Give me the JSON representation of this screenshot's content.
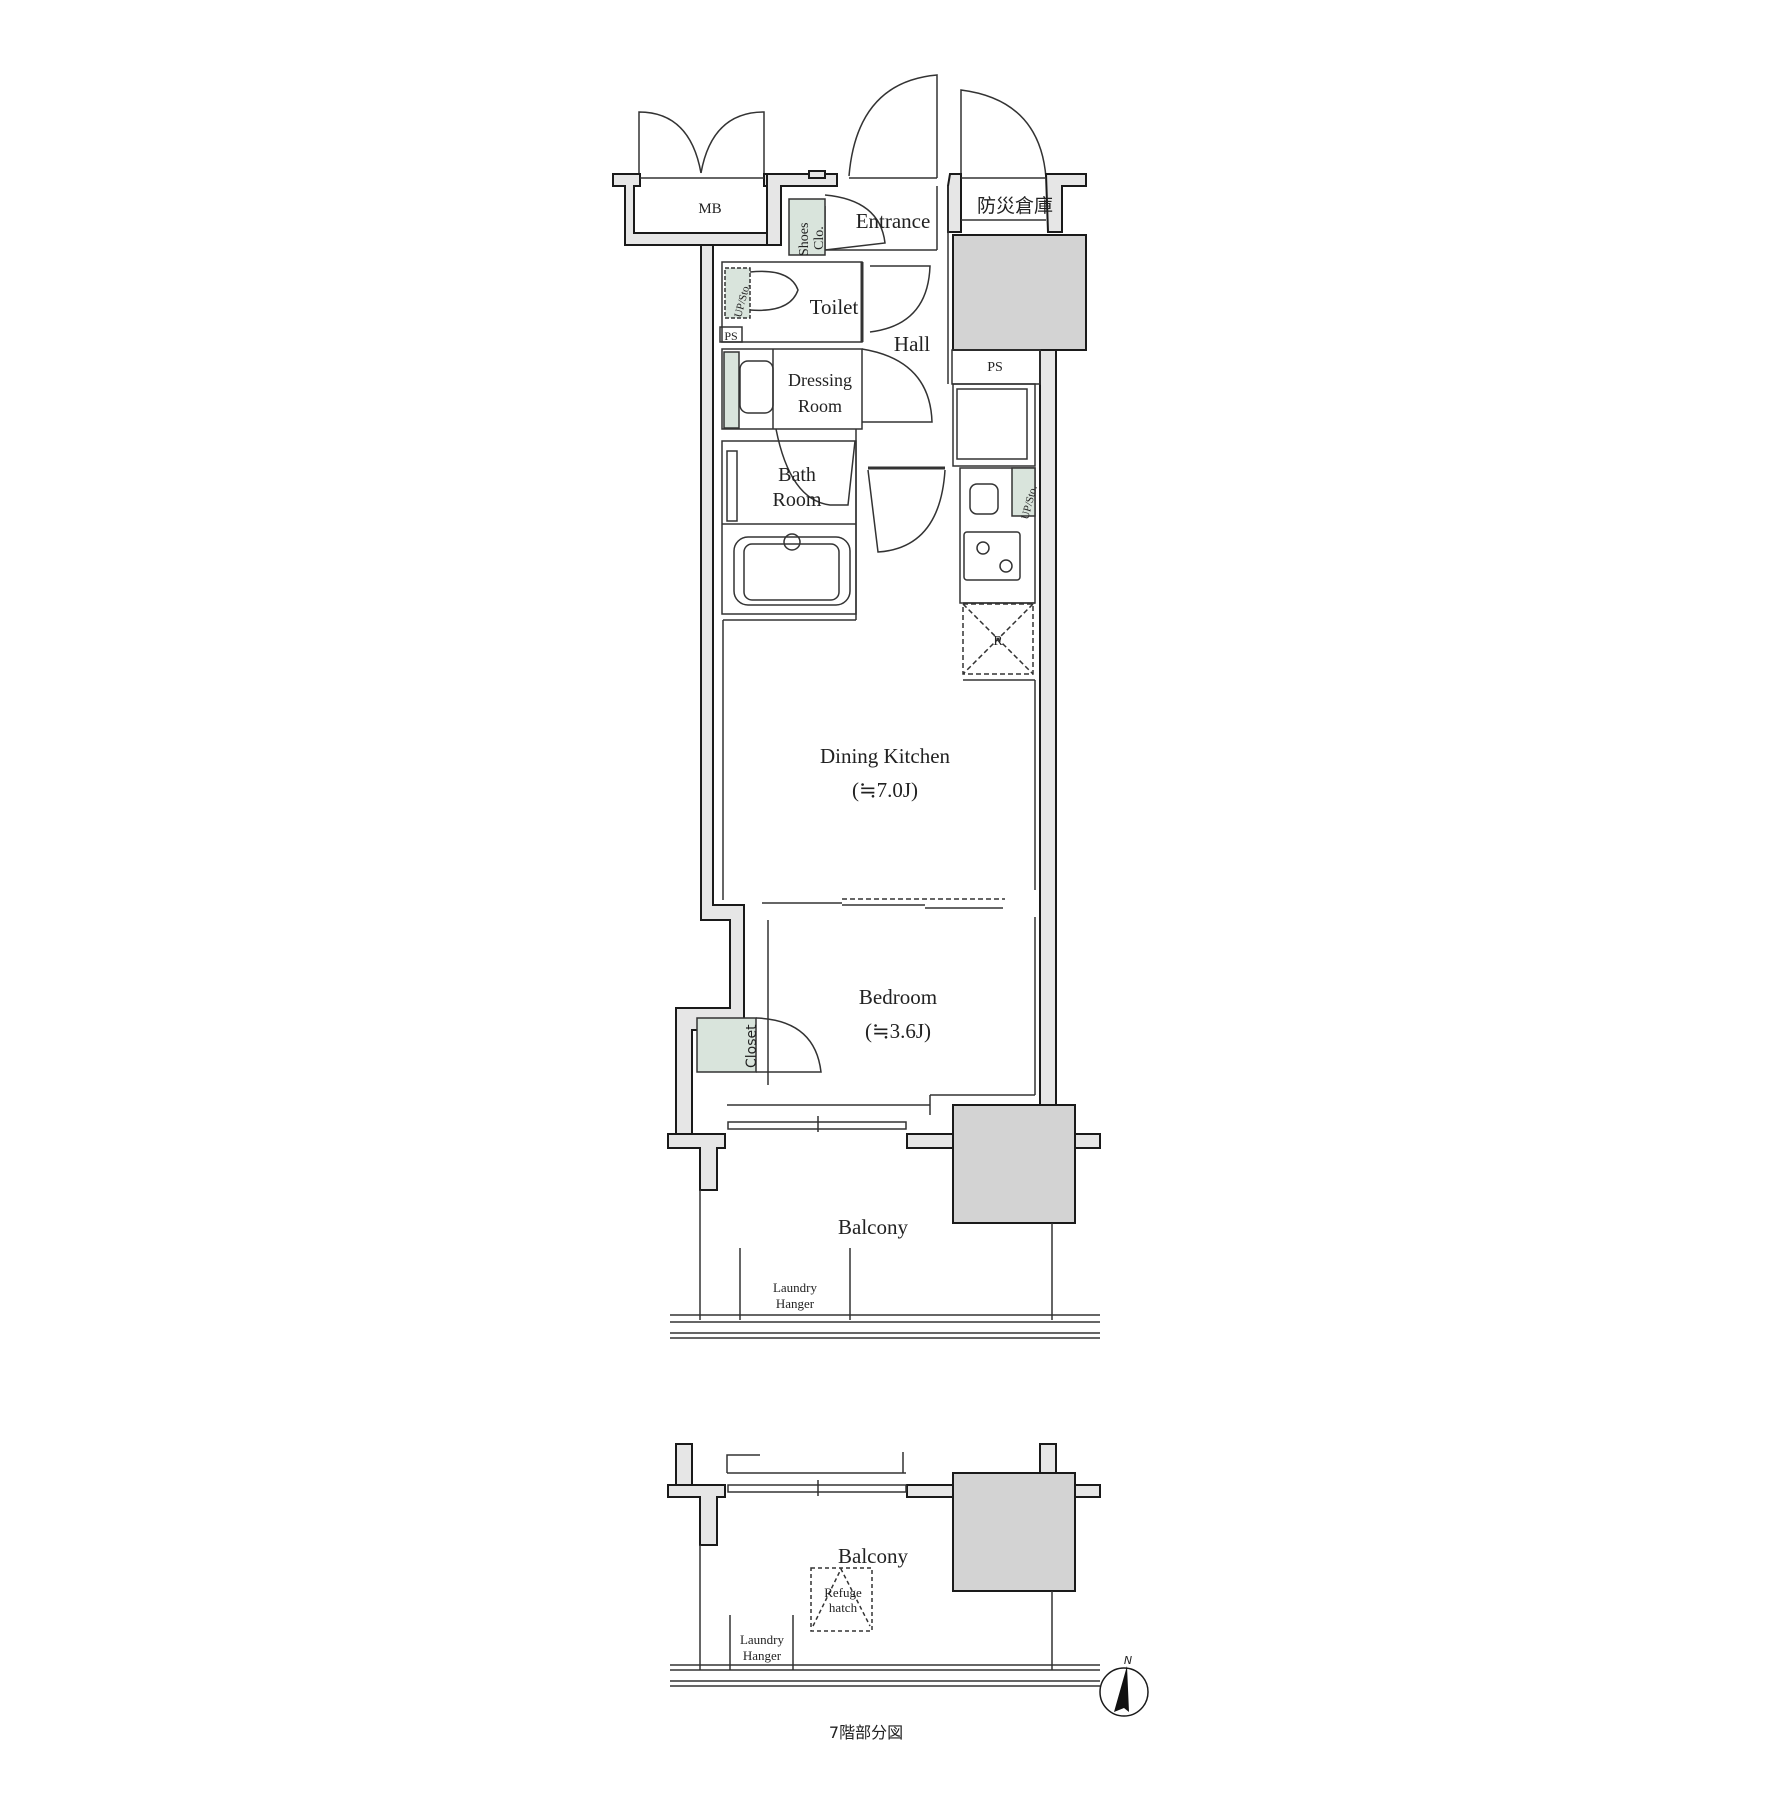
{
  "plan": {
    "title": "Floor plan",
    "colors": {
      "wall_fill": "#e6e6e6",
      "wall_stroke": "#1a1a1a",
      "column_fill": "#d3d3d3",
      "storage_fill": "#d9e4dc",
      "line": "#333333"
    },
    "rooms": {
      "mb": "MB",
      "shoes_closet_1": "Shoes",
      "shoes_closet_2": "Clo.",
      "entrance": "Entrance",
      "disaster_storage": "防災倉庫",
      "toilet": "Toilet",
      "toilet_storage": "UP/Sto.",
      "ps_left": "PS",
      "hall": "Hall",
      "ps_right": "PS",
      "dressing_1": "Dressing",
      "dressing_2": "Room",
      "bath_1": "Bath",
      "bath_2": "Room",
      "kitchen_storage": "UP/Sto.",
      "refrigerator": "R",
      "dining_kitchen": "Dining Kitchen",
      "dining_kitchen_size": "(≒7.0J)",
      "bedroom": "Bedroom",
      "bedroom_size": "(≒3.6J)",
      "closet": "Closet",
      "balcony": "Balcony",
      "laundry_1": "Laundry",
      "laundry_2": "Hanger"
    },
    "partial_7f": {
      "balcony": "Balcony",
      "refuge_1": "Refuge",
      "refuge_2": "hatch",
      "laundry_1": "Laundry",
      "laundry_2": "Hanger",
      "caption": "7階部分図"
    },
    "compass": {
      "label": "N"
    }
  }
}
